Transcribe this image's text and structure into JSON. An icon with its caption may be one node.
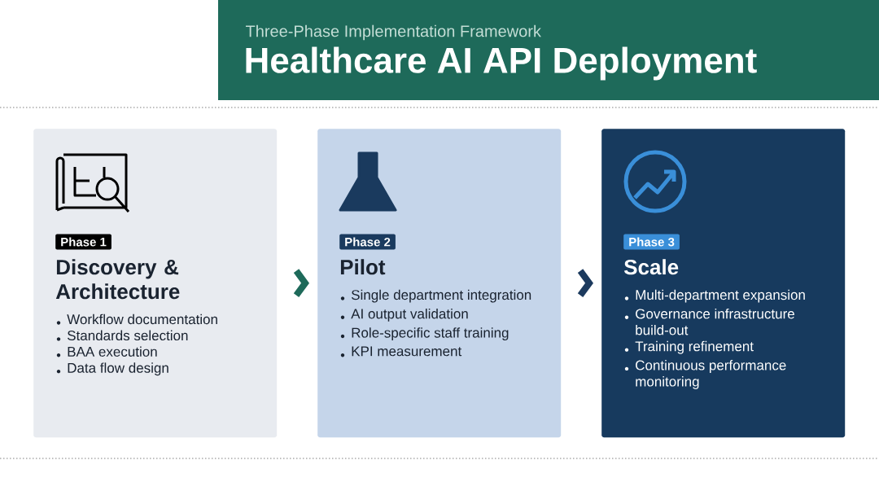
{
  "diagram": {
    "title": "Healthcare AI API Deployment",
    "nodes": [
      {
        "text": [
          "Phase 1",
          "Discovery & Architecture",
          "Workflow documentation",
          "Standards selection",
          "BAA execution",
          "Data flow design"
        ]
      },
      {
        "text": [
          "Phase 2",
          "Pilot",
          "Single department integration",
          "AI output validation",
          "Role-specific staff training",
          "KPI measurement"
        ]
      },
      {
        "text": [
          "Phase 3",
          "Scale",
          "Multi-department expansion",
          "Governance infrastructure build-out",
          "Training refinement",
          "Continuous performance monitoring"
        ]
      }
    ],
    "edges": [
      {
        "from": 0,
        "to": 1,
        "arrow": "to",
        "color": "#1e6a5a"
      },
      {
        "from": 1,
        "to": 2,
        "arrow": "to",
        "color": "#1c3a5e"
      }
    ],
    "labels": [
      "Three-Phase Implementation Framework"
    ]
  }
}
